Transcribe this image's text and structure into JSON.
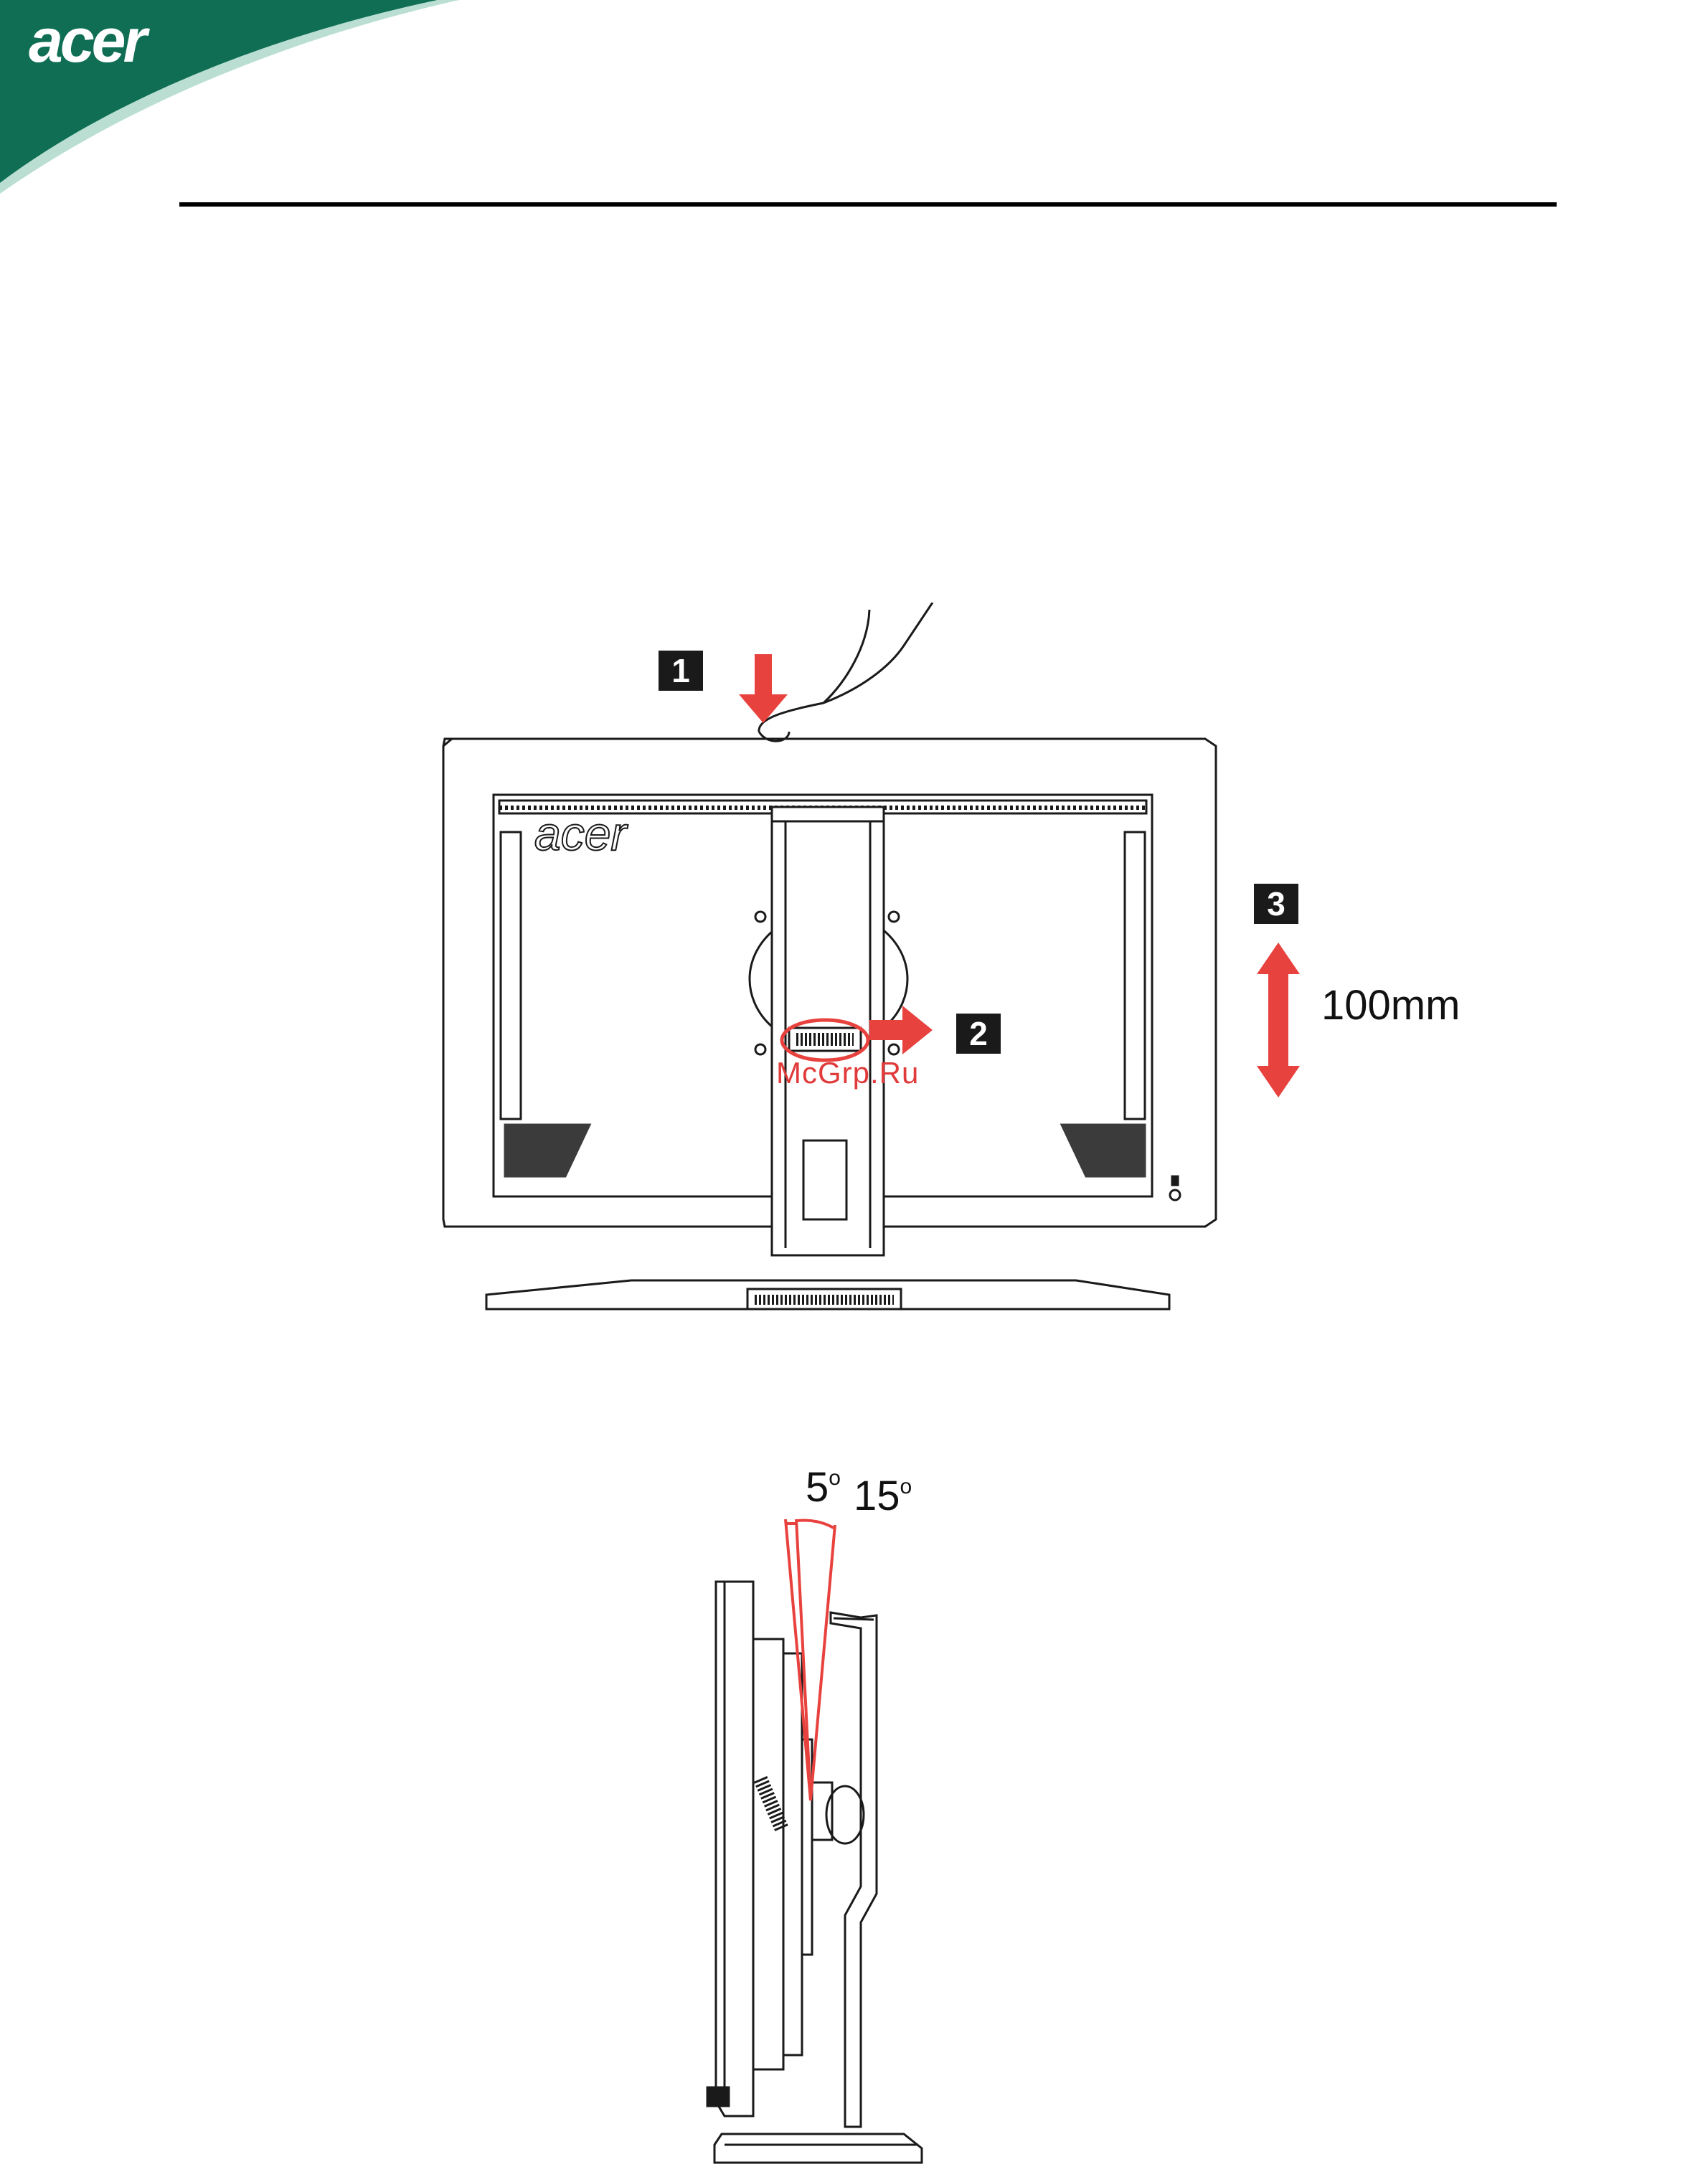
{
  "brand": {
    "logo_text": "acer",
    "color": "#0f6e54"
  },
  "steps": {
    "one": "1",
    "two": "2",
    "three": "3"
  },
  "height_adjust": {
    "label": "100mm"
  },
  "tilt": {
    "back_value": "5",
    "forward_value": "15",
    "degree_symbol": "o"
  },
  "watermark": "McGrp.Ru",
  "colors": {
    "arrow": "#e8423e",
    "outline": "#1a1a1a"
  }
}
